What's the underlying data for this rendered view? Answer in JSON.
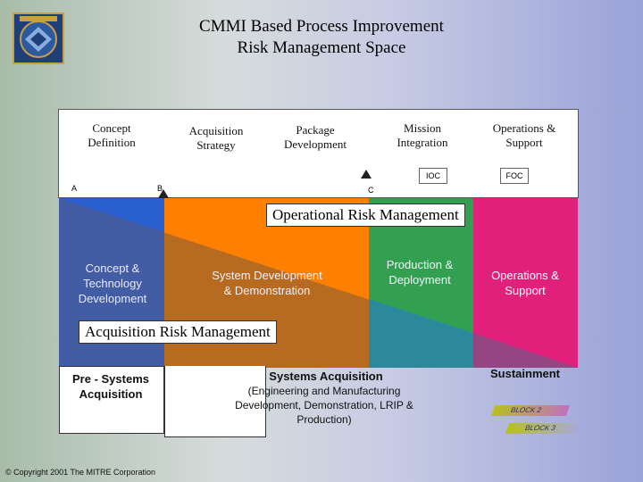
{
  "slide": {
    "title_line1": "CMMI Based Process Improvement",
    "title_line2": "Risk Management Space"
  },
  "phases": [
    {
      "line1": "Concept",
      "line2": "Definition"
    },
    {
      "line1": "Acquisition",
      "line2": "Strategy"
    },
    {
      "line1": "Package",
      "line2": "Development"
    },
    {
      "line1": "Mission",
      "line2": "Integration"
    },
    {
      "line1": "Operations &",
      "line2": "Support"
    }
  ],
  "milestones": [
    "A",
    "B",
    "C"
  ],
  "capability_tags": [
    "IOC",
    "FOC"
  ],
  "bands": [
    {
      "line1": "Concept &",
      "line2": "Technology",
      "line3": "Development"
    },
    {
      "line1": "System Development",
      "line2": "& Demonstration"
    },
    {
      "line1": "Production &",
      "line2": "Deployment"
    },
    {
      "line1": "Operations &",
      "line2": "Support"
    }
  ],
  "risk": {
    "operational": "Operational Risk Management",
    "acquisition": "Acquisition Risk Management"
  },
  "bottom": {
    "pre_line1": "Pre - Systems",
    "pre_line2": "Acquisition",
    "sys_title": "Systems Acquisition",
    "sys_line1": "(Engineering and Manufacturing",
    "sys_line2": "Development, Demonstration, LRIP &",
    "sys_line3": "Production)",
    "sustainment": "Sustainment",
    "block2": "BLOCK 2",
    "block3": "BLOCK 3"
  },
  "copyright": "© Copyright 2001 The MITRE Corporation",
  "colors": {
    "blue_band": "#2a5fd0",
    "orange_band": "#ff8000",
    "green_band": "#32a050",
    "magenta_band": "#e0207a",
    "brown_overlay": "#7a5a3a"
  }
}
